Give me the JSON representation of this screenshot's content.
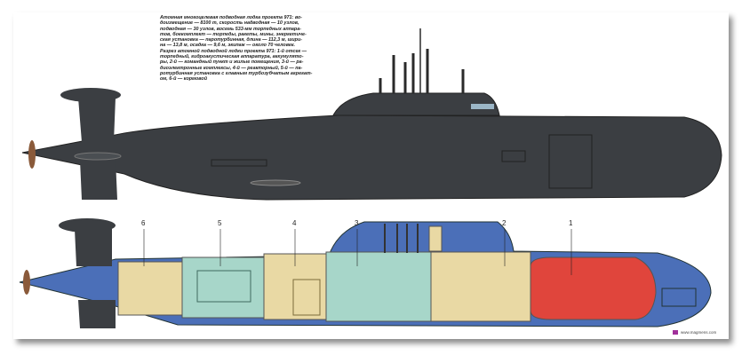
{
  "caption": {
    "lines": [
      "Атомная многоцелевая подводная лодка проекта 971: во-",
      "доизмещение — 8100 т, скорость надводная — 10 узлов,",
      "подводная — 30 узлов, восемь 533-мм торпедных аппара-",
      "тов, боекомплект — торпеды, ракеты, мины, энергетиче-",
      "ская установка — паротурбинная, длина — 112,3 м, шири-",
      "на — 13,8 м, осадка — 9,6 м, экипаж — около 70 человек.",
      "Разрез атомной подводной лодки проекта 971: 1-й отсек —",
      "торпедный, гидроакустическая аппаратура, аккумулято-",
      "ры, 2-й — командный пункт и жилые помещения, 3-й — ра-",
      "диоэлектронные комплексы, 4-й — реакторный, 5-й — па-",
      "ротурбинная установка с главным турбозубчатым агрегат-",
      "ом, 6-й — кормовой"
    ]
  },
  "compartments": [
    "1",
    "2",
    "3",
    "4",
    "5",
    "6"
  ],
  "credit": "www.magmens.com",
  "colors": {
    "hull": "#3b3e42",
    "cutaway_hull": "#4b6fb8",
    "torpedo": "#e0453c",
    "reactor": "#e9d9a4",
    "turbine": "#a7d6c9"
  }
}
